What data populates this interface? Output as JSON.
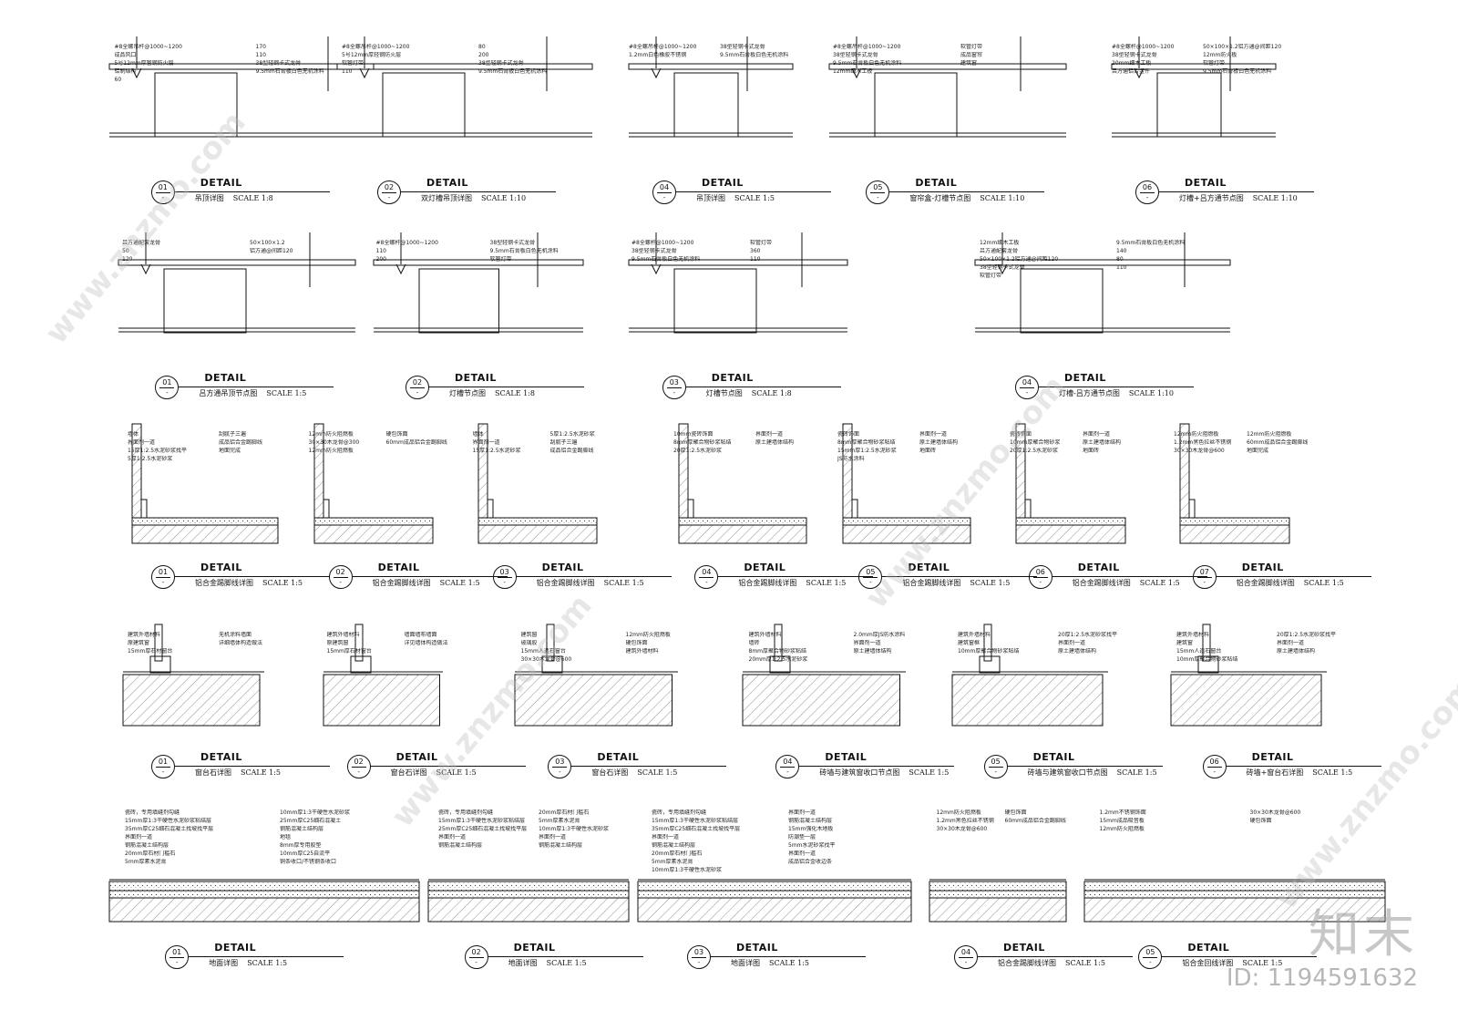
{
  "sheet": {
    "rows": [
      {
        "details": [
          {
            "num": "01",
            "label": "DETAIL",
            "name": "吊顶详图",
            "scale": "SCALE 1:8",
            "notes": [
              "#8全螺吊杆@1000~1200",
              "成品风口",
              "5号12mm厚管钢防火层",
              "铝制结构",
              "60",
              "170",
              "110",
              "38型轻钢卡式龙骨",
              "9.5mm石膏板白色无机涂料"
            ]
          },
          {
            "num": "02",
            "label": "DETAIL",
            "name": "双灯槽吊顶详图",
            "scale": "SCALE 1:10",
            "notes": [
              "#8全螺吊杆@1000~1200",
              "5号12mm厚轻钢防火层",
              "软管灯带",
              "110",
              "80",
              "200",
              "38型轻钢卡式龙骨",
              "9.5mm石膏板白色无机涂料"
            ]
          },
          {
            "num": "04",
            "label": "DETAIL",
            "name": "吊顶详图",
            "scale": "SCALE 1:5",
            "notes": [
              "#8全螺吊杆@1000~1200",
              "1.2mm白色橡胶不锈钢",
              "38型轻钢卡式龙骨",
              "9.5mm石膏板白色无机涂料"
            ]
          },
          {
            "num": "05",
            "label": "DETAIL",
            "name": "窗帘盒-灯槽节点图",
            "scale": "SCALE 1:10",
            "notes": [
              "#8全螺吊杆@1000~1200",
              "38型轻钢卡式龙骨",
              "9.5mm石膏板白色无机涂料",
              "12mm细木工板",
              "软管灯带",
              "成品窗帘",
              "建筑窗"
            ]
          },
          {
            "num": "06",
            "label": "DETAIL",
            "name": "灯槽+吕方通节点图",
            "scale": "SCALE 1:10",
            "notes": [
              "#8全螺杆@1000~1200",
              "38型轻钢卡式龙骨",
              "20mm细木工板",
              "吕方通铝合金件",
              "50×100×1.2铝方通@间距120",
              "12mm防火板",
              "软管灯带",
              "9.5mm石膏板白色无机涂料"
            ]
          }
        ]
      },
      {
        "details": [
          {
            "num": "01",
            "label": "DETAIL",
            "name": "吕方通吊顶节点图",
            "scale": "SCALE 1:5",
            "notes": [
              "吕方通配套龙骨",
              "50",
              "120",
              "50×100×1.2",
              "铝方通@间距120"
            ]
          },
          {
            "num": "02",
            "label": "DETAIL",
            "name": "灯槽节点图",
            "scale": "SCALE 1:8",
            "notes": [
              "#8全螺杆@1000~1200",
              "110",
              "200",
              "38型轻钢卡式龙骨",
              "9.5mm石膏板白色无机涂料",
              "软管灯带"
            ]
          },
          {
            "num": "03",
            "label": "DETAIL",
            "name": "灯槽节点图",
            "scale": "SCALE 1:8",
            "notes": [
              "#8全螺杆@1000~1200",
              "38型轻钢卡式龙骨",
              "9.5mm石膏板白色无机涂料",
              "软管灯带",
              "360",
              "110"
            ]
          },
          {
            "num": "04",
            "label": "DETAIL",
            "name": "灯槽-吕方通节点图",
            "scale": "SCALE 1:10",
            "notes": [
              "12mm细木工板",
              "吕方通配套龙骨",
              "50×100×1.2铝方通@间距120",
              "38型轻钢卡式龙骨",
              "软管灯带",
              "9.5mm石膏板白色无机涂料",
              "140",
              "80",
              "110"
            ]
          }
        ]
      },
      {
        "details": [
          {
            "num": "01",
            "label": "DETAIL",
            "name": "铝合金踢脚线详图",
            "scale": "SCALE 1:5",
            "notes": [
              "墙体",
              "界面剂一道",
              "15厚1:2.5水泥砂浆找平",
              "5厚1:2.5水泥砂浆",
              "刮腻子三遍",
              "成品铝合金踢脚线",
              "地面完成"
            ]
          },
          {
            "num": "02",
            "label": "DETAIL",
            "name": "铝合金踢脚线详图",
            "scale": "SCALE 1:5",
            "notes": [
              "12mm防火阻燃板",
              "30×30木龙骨@300",
              "12mm防火阻燃板",
              "硬包饰面",
              "60mm成品铝合金踢脚线"
            ]
          },
          {
            "num": "03",
            "label": "DETAIL",
            "name": "铝合金踢脚线详图",
            "scale": "SCALE 1:5",
            "notes": [
              "墙体",
              "界面剂一道",
              "15厚1:2.5水泥砂浆",
              "5厚1:2.5水泥砂浆",
              "刮腻子三遍",
              "成品铝合金踢脚线"
            ]
          },
          {
            "num": "04",
            "label": "DETAIL",
            "name": "铝合金踢脚线详图",
            "scale": "SCALE 1:5",
            "notes": [
              "10mm瓷砖饰面",
              "8mm厚聚合物砂浆粘结",
              "20厚1:2.5水泥砂浆",
              "界面剂一道",
              "原土建墙体结构"
            ]
          },
          {
            "num": "05",
            "label": "DETAIL",
            "name": "铝合金踢脚线详图",
            "scale": "SCALE 1:5",
            "notes": [
              "瓷砖饰面",
              "8mm厚聚合物砂浆粘结",
              "15mm厚1:2.5水泥砂浆",
              "JS防水涂料",
              "界面剂一道",
              "原土建墙体结构",
              "地面砖"
            ]
          },
          {
            "num": "06",
            "label": "DETAIL",
            "name": "铝合金踢脚线详图",
            "scale": "SCALE 1:5",
            "notes": [
              "瓷砖饰面",
              "10mm厚聚合物砂浆",
              "20厚1:2.5水泥砂浆",
              "界面剂一道",
              "原土建墙体结构",
              "地面砖"
            ]
          },
          {
            "num": "07",
            "label": "DETAIL",
            "name": "铝合金踢脚线详图",
            "scale": "SCALE 1:5",
            "notes": [
              "12mm防火阻燃板",
              "1.2mm黑色拉丝不锈钢",
              "30×30木龙骨@600",
              "12mm防火阻燃板",
              "60mm成品铝合金踢脚线",
              "地面完成"
            ]
          }
        ]
      },
      {
        "details": [
          {
            "num": "01",
            "label": "DETAIL",
            "name": "窗台石详图",
            "scale": "SCALE 1:5",
            "notes": [
              "建筑外墙材料",
              "原建筑窗",
              "15mm厚石材窗台",
              "无机涂料墙面",
              "详细墙体构造做法"
            ]
          },
          {
            "num": "02",
            "label": "DETAIL",
            "name": "窗台石详图",
            "scale": "SCALE 1:5",
            "notes": [
              "建筑外墙材料",
              "原建筑窗",
              "15mm厚石材窗台",
              "墙面墙布墙面",
              "详见墙体构造做法"
            ]
          },
          {
            "num": "03",
            "label": "DETAIL",
            "name": "窗台石详图",
            "scale": "SCALE 1:5",
            "notes": [
              "建筑窗",
              "玻璃胶",
              "15mm人造石窗台",
              "30×30木龙骨@600",
              "12mm防火阻燃板",
              "硬包饰面",
              "建筑外墙材料"
            ]
          },
          {
            "num": "04",
            "label": "DETAIL",
            "name": "砖墙与建筑窗收口节点图",
            "scale": "SCALE 1:5",
            "notes": [
              "建筑外墙材料",
              "墙砖",
              "8mm厚聚合物砂浆粘结",
              "20mm厚1:2.5水泥砂浆",
              "2.0mm厚JS防水涂料",
              "界面剂一道",
              "原土建墙体结构"
            ]
          },
          {
            "num": "05",
            "label": "DETAIL",
            "name": "砖墙与建筑窗收口节点图",
            "scale": "SCALE 1:5",
            "notes": [
              "建筑外墙材料",
              "建筑窗框",
              "10mm厚聚合物砂浆粘结",
              "20厚1:2.5水泥砂浆找平",
              "界面剂一道",
              "原土建墙体结构"
            ]
          },
          {
            "num": "06",
            "label": "DETAIL",
            "name": "砖墙+窗台石详图",
            "scale": "SCALE 1:5",
            "notes": [
              "建筑外墙材料",
              "建筑窗",
              "15mm人造石窗台",
              "10mm厚聚合物砂浆粘结",
              "20厚1:2.5水泥砂浆找平",
              "界面剂一道",
              "原土建墙体结构"
            ]
          }
        ]
      },
      {
        "details": [
          {
            "num": "01",
            "label": "DETAIL",
            "name": "地面详图",
            "scale": "SCALE 1:5",
            "notes": [
              "瓷砖，专用填缝剂勾缝",
              "15mm厚1:3干硬性水泥砂浆粘结层",
              "35mm厚C25细石混凝土找坡找平层",
              "界面剂一道",
              "钢筋混凝土结构层",
              "20mm厚石材门槛石",
              "5mm厚素水泥膏",
              "10mm厚1:3干硬性水泥砂浆",
              "25mm厚C25细石混凝土",
              "钢筋混凝土结构层",
              "地毯",
              "8mm厚专用胶垫",
              "10mm厚C25自流平",
              "铜条收口/不锈钢条收口"
            ]
          },
          {
            "num": "02",
            "label": "DETAIL",
            "name": "地面详图",
            "scale": "SCALE 1:5",
            "notes": [
              "瓷砖，专用填缝剂勾缝",
              "15mm厚1:3干硬性水泥砂浆粘结层",
              "25mm厚C25细石混凝土找坡找平层",
              "界面剂一道",
              "钢筋混凝土结构层",
              "20mm厚石材门槛石",
              "5mm厚素水泥膏",
              "10mm厚1:3干硬性水泥砂浆",
              "界面剂一道",
              "钢筋混凝土结构层"
            ]
          },
          {
            "num": "03",
            "label": "DETAIL",
            "name": "地面详图",
            "scale": "SCALE 1:5",
            "notes": [
              "瓷砖，专用填缝剂勾缝",
              "15mm厚1:3干硬性水泥砂浆粘结层",
              "35mm厚C25细石混凝土找坡找平层",
              "界面剂一道",
              "钢筋混凝土结构层",
              "20mm厚石材门槛石",
              "5mm厚素水泥膏",
              "10mm厚1:3干硬性水泥砂浆",
              "界面剂一道",
              "钢筋混凝土结构层",
              "15mm强化木地板",
              "防潮垫一层",
              "5mm水泥砂浆找平",
              "界面剂一道",
              "成品铝合金收边条"
            ]
          },
          {
            "num": "04",
            "label": "DETAIL",
            "name": "铝合金踢脚线详图",
            "scale": "SCALE 1:5",
            "notes": [
              "12mm防火阻燃板",
              "1.2mm黑色拉丝不锈钢",
              "30×30木龙骨@600",
              "硬包饰面",
              "60mm成品铝合金踢脚线"
            ]
          },
          {
            "num": "05",
            "label": "DETAIL",
            "name": "铝合金回线详图",
            "scale": "SCALE 1:5",
            "notes": [
              "1.2mm不锈钢饰面",
              "15mm成品吸音板",
              "12mm防火阻燃板",
              "30×30木龙骨@600",
              "硬包饰面"
            ]
          }
        ]
      }
    ]
  },
  "watermark": {
    "site": "www.znzmo.com",
    "brand_mark": "知末",
    "id_text": "ID: 1194591632"
  }
}
